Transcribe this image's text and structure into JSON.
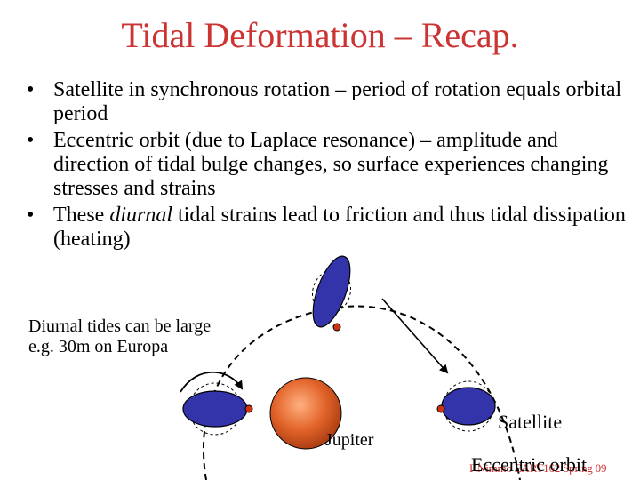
{
  "title": "Tidal Deformation – Recap.",
  "bullets": [
    {
      "marker": "•",
      "text": "Satellite in synchronous rotation – period of rotation equals orbital period"
    },
    {
      "marker": "•",
      "text": "Eccentric orbit (due to Laplace resonance) – amplitude and direction of tidal bulge changes, so surface experiences changing stresses and strains"
    },
    {
      "marker": "•",
      "pre": "These ",
      "emph": "diurnal",
      "post": " tidal strains lead to friction and thus tidal dissipation (heating)"
    }
  ],
  "note": "Diurnal tides can be large e.g. 30m on Europa",
  "diagram": {
    "jupiter_label": "Jupiter",
    "satellite_label": "Satellite",
    "orbit_label": "Eccentric orbit"
  },
  "footer": "F.Nimmo EART162 Spring 09",
  "colors": {
    "title": "#cc3333",
    "satellite_fill": "#3333aa",
    "jupiter_fill": "#e06a30",
    "marker": "#cc3311",
    "footer": "#cc3333"
  }
}
